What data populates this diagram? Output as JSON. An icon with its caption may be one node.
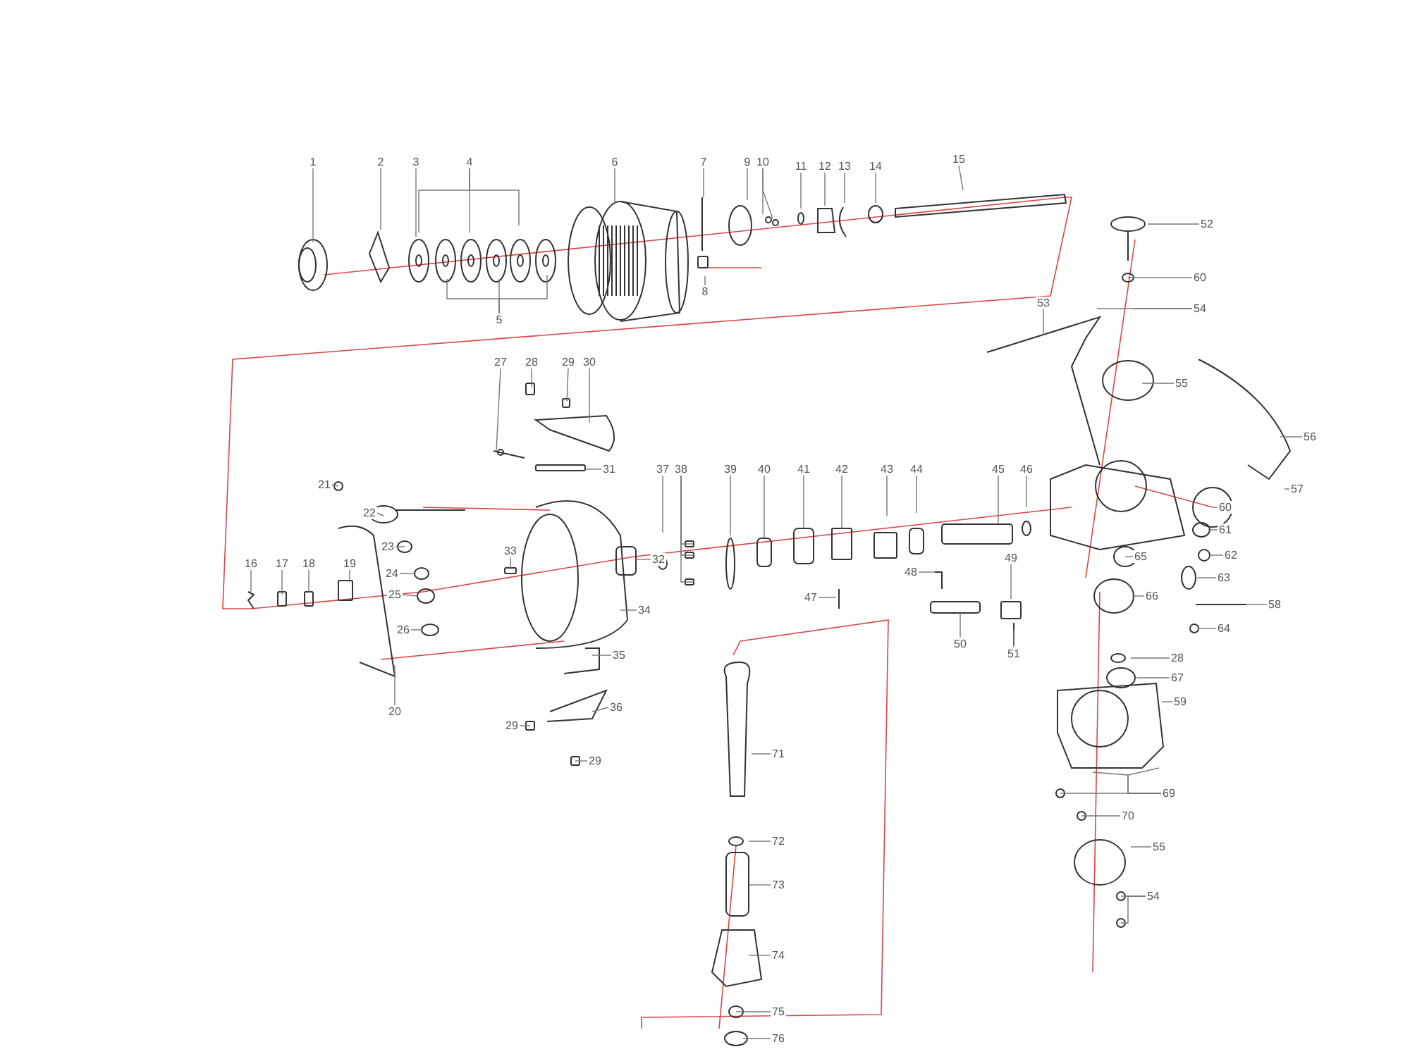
{
  "diagram": {
    "nodes": [
      {
        "text": [
          "1"
        ]
      },
      {
        "text": [
          "2"
        ]
      },
      {
        "text": [
          "3"
        ]
      },
      {
        "text": [
          "4"
        ]
      },
      {
        "text": [
          "5"
        ]
      },
      {
        "text": [
          "6"
        ]
      },
      {
        "text": [
          "7"
        ]
      },
      {
        "text": [
          "8"
        ]
      },
      {
        "text": [
          "9"
        ]
      },
      {
        "text": [
          "10"
        ]
      },
      {
        "text": [
          "11"
        ]
      },
      {
        "text": [
          "12"
        ]
      },
      {
        "text": [
          "13"
        ]
      },
      {
        "text": [
          "14"
        ]
      },
      {
        "text": [
          "15"
        ]
      },
      {
        "text": [
          "16"
        ]
      },
      {
        "text": [
          "17"
        ]
      },
      {
        "text": [
          "18"
        ]
      },
      {
        "text": [
          "19"
        ]
      },
      {
        "text": [
          "20"
        ]
      },
      {
        "text": [
          "21"
        ]
      },
      {
        "text": [
          "22"
        ]
      },
      {
        "text": [
          "23"
        ]
      },
      {
        "text": [
          "24"
        ]
      },
      {
        "text": [
          "25"
        ]
      },
      {
        "text": [
          "26"
        ]
      },
      {
        "text": [
          "27"
        ]
      },
      {
        "text": [
          "28"
        ]
      },
      {
        "text": [
          "29"
        ]
      },
      {
        "text": [
          "30"
        ]
      },
      {
        "text": [
          "31"
        ]
      },
      {
        "text": [
          "32"
        ]
      },
      {
        "text": [
          "33"
        ]
      },
      {
        "text": [
          "34"
        ]
      },
      {
        "text": [
          "35"
        ]
      },
      {
        "text": [
          "36"
        ]
      },
      {
        "text": [
          "29"
        ]
      },
      {
        "text": [
          "29"
        ]
      },
      {
        "text": [
          "37"
        ]
      },
      {
        "text": [
          "38"
        ]
      },
      {
        "text": [
          "39"
        ]
      },
      {
        "text": [
          "40"
        ]
      },
      {
        "text": [
          "41"
        ]
      },
      {
        "text": [
          "42"
        ]
      },
      {
        "text": [
          "43"
        ]
      },
      {
        "text": [
          "44"
        ]
      },
      {
        "text": [
          "45"
        ]
      },
      {
        "text": [
          "46"
        ]
      },
      {
        "text": [
          "47"
        ]
      },
      {
        "text": [
          "48"
        ]
      },
      {
        "text": [
          "49"
        ]
      },
      {
        "text": [
          "50"
        ]
      },
      {
        "text": [
          "51"
        ]
      },
      {
        "text": [
          "52"
        ]
      },
      {
        "text": [
          "60"
        ]
      },
      {
        "text": [
          "53"
        ]
      },
      {
        "text": [
          "54"
        ]
      },
      {
        "text": [
          "55"
        ]
      },
      {
        "text": [
          "56"
        ]
      },
      {
        "text": [
          "57"
        ]
      },
      {
        "text": [
          "60"
        ]
      },
      {
        "text": [
          "61"
        ]
      },
      {
        "text": [
          "62"
        ]
      },
      {
        "text": [
          "63"
        ]
      },
      {
        "text": [
          "65"
        ]
      },
      {
        "text": [
          "58"
        ]
      },
      {
        "text": [
          "64"
        ]
      },
      {
        "text": [
          "66"
        ]
      },
      {
        "text": [
          "28"
        ]
      },
      {
        "text": [
          "67"
        ]
      },
      {
        "text": [
          "59"
        ]
      },
      {
        "text": [
          "69"
        ]
      },
      {
        "text": [
          "70"
        ]
      },
      {
        "text": [
          "55"
        ]
      },
      {
        "text": [
          "54"
        ]
      },
      {
        "text": [
          "71"
        ]
      },
      {
        "text": [
          "72"
        ]
      },
      {
        "text": [
          "73"
        ]
      },
      {
        "text": [
          "74"
        ]
      },
      {
        "text": [
          "75"
        ]
      },
      {
        "text": [
          "76"
        ]
      }
    ],
    "edges": [
      {
        "from": 0,
        "to": null,
        "arrow": "none"
      },
      {
        "from": 1,
        "to": null,
        "arrow": "none"
      },
      {
        "from": 2,
        "to": null,
        "arrow": "none"
      },
      {
        "from": 3,
        "to": null,
        "arrow": "none"
      },
      {
        "from": 3,
        "to": null,
        "arrow": "none"
      },
      {
        "from": 3,
        "to": null,
        "arrow": "none"
      },
      {
        "from": 4,
        "to": null,
        "arrow": "none"
      },
      {
        "from": 4,
        "to": null,
        "arrow": "none"
      },
      {
        "from": 4,
        "to": null,
        "arrow": "none"
      },
      {
        "from": 5,
        "to": null,
        "arrow": "none"
      },
      {
        "from": 6,
        "to": null,
        "arrow": "none"
      },
      {
        "from": 7,
        "to": null,
        "arrow": "none"
      },
      {
        "from": 8,
        "to": null,
        "arrow": "none"
      },
      {
        "from": 9,
        "to": null,
        "arrow": "none"
      },
      {
        "from": 9,
        "to": null,
        "arrow": "none"
      },
      {
        "from": 10,
        "to": null,
        "arrow": "none"
      },
      {
        "from": 11,
        "to": null,
        "arrow": "none"
      },
      {
        "from": 12,
        "to": null,
        "arrow": "none"
      },
      {
        "from": 13,
        "to": null,
        "arrow": "none"
      },
      {
        "from": 14,
        "to": null,
        "arrow": "none"
      },
      {
        "from": 15,
        "to": null,
        "arrow": "none"
      },
      {
        "from": 16,
        "to": null,
        "arrow": "none"
      },
      {
        "from": 17,
        "to": null,
        "arrow": "none"
      },
      {
        "from": 18,
        "to": null,
        "arrow": "none"
      },
      {
        "from": 19,
        "to": null,
        "arrow": "none"
      },
      {
        "from": 20,
        "to": null,
        "arrow": "none"
      },
      {
        "from": 21,
        "to": null,
        "arrow": "none"
      },
      {
        "from": 22,
        "to": null,
        "arrow": "none"
      },
      {
        "from": 23,
        "to": null,
        "arrow": "none"
      },
      {
        "from": 24,
        "to": null,
        "arrow": "none"
      },
      {
        "from": 25,
        "to": null,
        "arrow": "none"
      },
      {
        "from": 26,
        "to": null,
        "arrow": "none"
      },
      {
        "from": 27,
        "to": null,
        "arrow": "none"
      },
      {
        "from": 28,
        "to": null,
        "arrow": "none"
      },
      {
        "from": 29,
        "to": null,
        "arrow": "none"
      },
      {
        "from": 30,
        "to": null,
        "arrow": "none"
      },
      {
        "from": 31,
        "to": null,
        "arrow": "none"
      },
      {
        "from": 32,
        "to": null,
        "arrow": "none"
      },
      {
        "from": 33,
        "to": null,
        "arrow": "none"
      },
      {
        "from": 34,
        "to": null,
        "arrow": "none"
      },
      {
        "from": 35,
        "to": null,
        "arrow": "none"
      },
      {
        "from": 36,
        "to": null,
        "arrow": "none"
      },
      {
        "from": 37,
        "to": null,
        "arrow": "none"
      },
      {
        "from": 38,
        "to": null,
        "arrow": "none"
      },
      {
        "from": 39,
        "to": null,
        "arrow": "none"
      },
      {
        "from": 39,
        "to": null,
        "arrow": "none"
      },
      {
        "from": 39,
        "to": null,
        "arrow": "none"
      },
      {
        "from": 40,
        "to": null,
        "arrow": "none"
      },
      {
        "from": 41,
        "to": null,
        "arrow": "none"
      },
      {
        "from": 42,
        "to": null,
        "arrow": "none"
      },
      {
        "from": 43,
        "to": null,
        "arrow": "none"
      },
      {
        "from": 44,
        "to": null,
        "arrow": "none"
      },
      {
        "from": 45,
        "to": null,
        "arrow": "none"
      },
      {
        "from": 46,
        "to": null,
        "arrow": "none"
      },
      {
        "from": 47,
        "to": null,
        "arrow": "none"
      },
      {
        "from": 48,
        "to": null,
        "arrow": "none"
      },
      {
        "from": 49,
        "to": null,
        "arrow": "none"
      },
      {
        "from": 50,
        "to": null,
        "arrow": "none"
      },
      {
        "from": 51,
        "to": null,
        "arrow": "none"
      },
      {
        "from": 52,
        "to": null,
        "arrow": "none"
      },
      {
        "from": 53,
        "to": null,
        "arrow": "none"
      },
      {
        "from": 54,
        "to": null,
        "arrow": "none"
      },
      {
        "from": 55,
        "to": null,
        "arrow": "none"
      },
      {
        "from": 56,
        "to": null,
        "arrow": "none"
      },
      {
        "from": 56,
        "to": null,
        "arrow": "none"
      },
      {
        "from": 57,
        "to": null,
        "arrow": "none"
      },
      {
        "from": 58,
        "to": null,
        "arrow": "none"
      },
      {
        "from": 59,
        "to": null,
        "arrow": "none"
      },
      {
        "from": 60,
        "to": null,
        "arrow": "none"
      },
      {
        "from": 61,
        "to": null,
        "arrow": "none"
      },
      {
        "from": 62,
        "to": null,
        "arrow": "none"
      },
      {
        "from": 63,
        "to": null,
        "arrow": "none"
      },
      {
        "from": 64,
        "to": null,
        "arrow": "none"
      },
      {
        "from": 65,
        "to": null,
        "arrow": "none"
      },
      {
        "from": 66,
        "to": null,
        "arrow": "none"
      },
      {
        "from": 67,
        "to": null,
        "arrow": "none"
      },
      {
        "from": 68,
        "to": null,
        "arrow": "none"
      },
      {
        "from": 69,
        "to": null,
        "arrow": "none"
      },
      {
        "from": 70,
        "to": null,
        "arrow": "none"
      },
      {
        "from": 71,
        "to": null,
        "arrow": "none"
      },
      {
        "from": 71,
        "to": null,
        "arrow": "none"
      },
      {
        "from": 71,
        "to": null,
        "arrow": "none"
      },
      {
        "from": 72,
        "to": null,
        "arrow": "none"
      },
      {
        "from": 73,
        "to": null,
        "arrow": "none"
      },
      {
        "from": 74,
        "to": null,
        "arrow": "none"
      },
      {
        "from": 74,
        "to": null,
        "arrow": "none"
      },
      {
        "from": 75,
        "to": null,
        "arrow": "none"
      },
      {
        "from": 76,
        "to": null,
        "arrow": "none"
      },
      {
        "from": 77,
        "to": null,
        "arrow": "none"
      },
      {
        "from": 78,
        "to": null,
        "arrow": "none"
      },
      {
        "from": 79,
        "to": null,
        "arrow": "none"
      },
      {
        "from": 80,
        "to": null,
        "arrow": "none"
      }
    ]
  }
}
